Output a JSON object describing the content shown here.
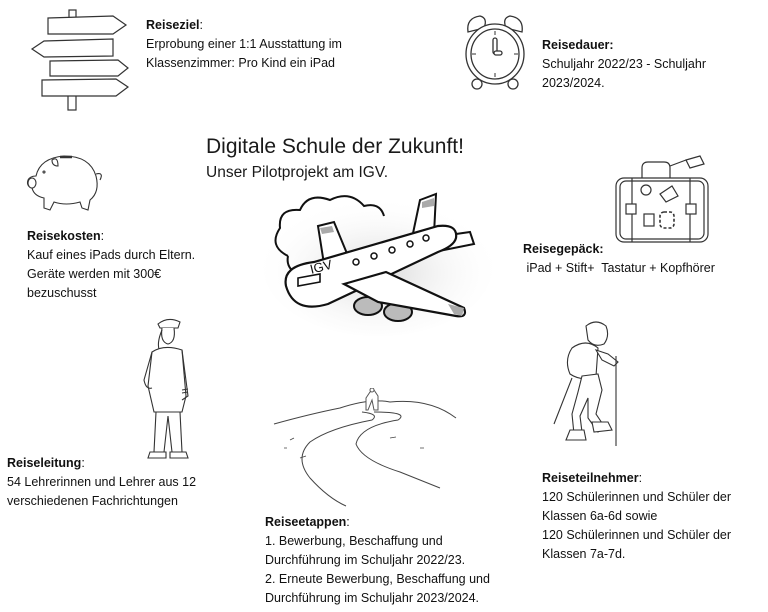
{
  "header": {
    "title": "Digitale Schule der Zukunft!",
    "subtitle": "Unser Pilotprojekt am IGV."
  },
  "plane": {
    "label": "IGV"
  },
  "sections": {
    "reiseziel": {
      "heading": "Reiseziel",
      "heading_suffix": ":",
      "lines": [
        "Erprobung einer 1:1 Ausstattung im",
        "Klassenzimmer: Pro Kind ein iPad"
      ],
      "icon": "signpost-icon"
    },
    "reisedauer": {
      "heading": "Reisedauer:",
      "heading_suffix": "",
      "lines": [
        "Schuljahr 2022/23 - Schuljahr",
        "2023/2024."
      ],
      "icon": "alarm-clock-icon"
    },
    "reisekosten": {
      "heading": "Reisekosten",
      "heading_suffix": ":",
      "lines": [
        "Kauf eines iPads durch Eltern.",
        "Geräte werden mit 300€",
        "bezuschusst"
      ],
      "icon": "piggy-bank-icon"
    },
    "reisegepaeck": {
      "heading": "Reisegepäck:",
      "heading_suffix": "",
      "lines": [
        " iPad + Stift+  Tastatur + Kopfhörer"
      ],
      "icon": "suitcase-icon"
    },
    "reiseleitung": {
      "heading": "Reiseleitung",
      "heading_suffix": ":",
      "lines": [
        "54 Lehrerinnen und Lehrer aus 12",
        "verschiedenen Fachrichtungen"
      ],
      "icon": "pilot-icon"
    },
    "reiseetappen": {
      "heading": "Reiseetappen",
      "heading_suffix": ":",
      "lines": [
        "1. Bewerbung, Beschaffung und",
        "Durchführung im Schuljahr 2022/23.",
        "2. Erneute Bewerbung, Beschaffung und",
        "Durchführung im Schuljahr 2023/2024."
      ],
      "icon": "winding-path-icon"
    },
    "reiseteilnehmer": {
      "heading": "Reiseteilnehmer",
      "heading_suffix": ":",
      "lines": [
        "120 Schülerinnen und Schüler der",
        "Klassen 6a-6d sowie",
        "120 Schülerinnen und Schüler der",
        "Klassen 7a-7d."
      ],
      "icon": "hiker-icon"
    }
  }
}
